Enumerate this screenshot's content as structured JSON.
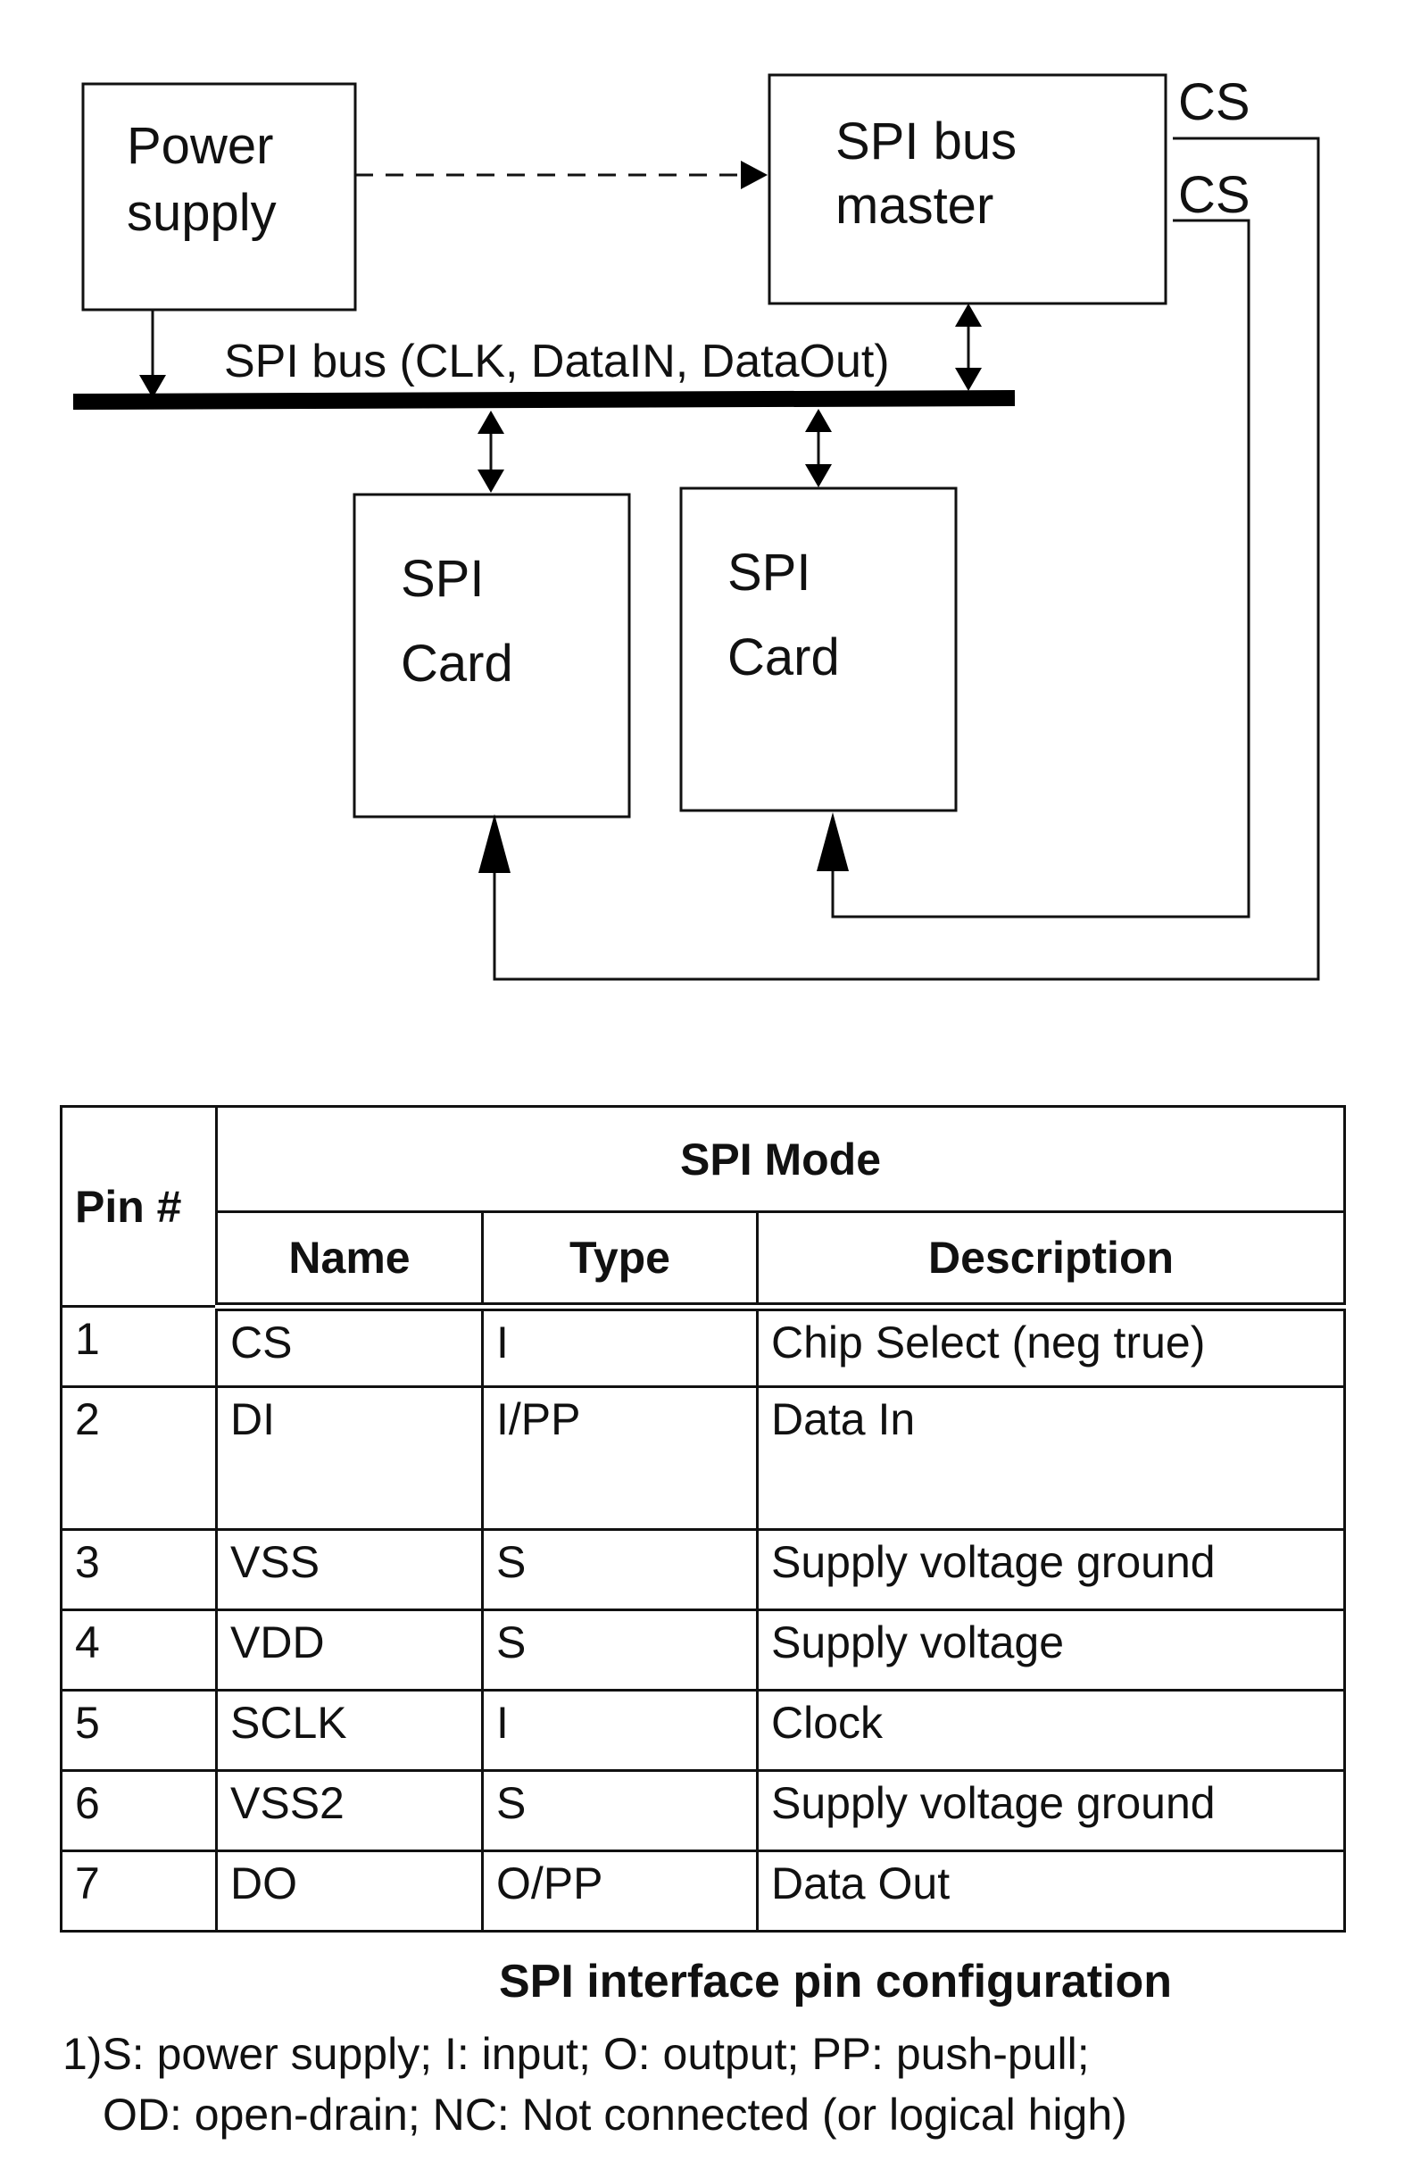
{
  "diagram": {
    "power_supply": [
      "Power",
      "supply"
    ],
    "spi_bus_master": [
      "SPI bus",
      "master"
    ],
    "bus_label": "SPI bus (CLK, DataIN, DataOut)",
    "cs_label_1": "CS",
    "cs_label_2": "CS",
    "card_1": [
      "SPI",
      "Card"
    ],
    "card_2": [
      "SPI",
      "Card"
    ]
  },
  "table": {
    "pin_header": "Pin #",
    "group_header": "SPI Mode",
    "columns": [
      "Name",
      "Type",
      "Description"
    ],
    "rows": [
      {
        "pin": "1",
        "name": "CS",
        "type": "I",
        "description": "Chip Select (neg true)"
      },
      {
        "pin": "2",
        "name": "DI",
        "type": "I/PP",
        "description": "Data In"
      },
      {
        "pin": "3",
        "name": "VSS",
        "type": "S",
        "description": "Supply voltage ground"
      },
      {
        "pin": "4",
        "name": "VDD",
        "type": "S",
        "description": "Supply voltage"
      },
      {
        "pin": "5",
        "name": "SCLK",
        "type": "I",
        "description": "Clock"
      },
      {
        "pin": "6",
        "name": "VSS2",
        "type": "S",
        "description": "Supply voltage ground"
      },
      {
        "pin": "7",
        "name": "DO",
        "type": "O/PP",
        "description": "Data Out"
      }
    ]
  },
  "caption": "SPI interface pin configuration",
  "footnote": {
    "line1": "1)S: power supply; I: input; O: output; PP: push-pull;",
    "line2": "OD: open-drain; NC: Not connected (or logical high)"
  }
}
